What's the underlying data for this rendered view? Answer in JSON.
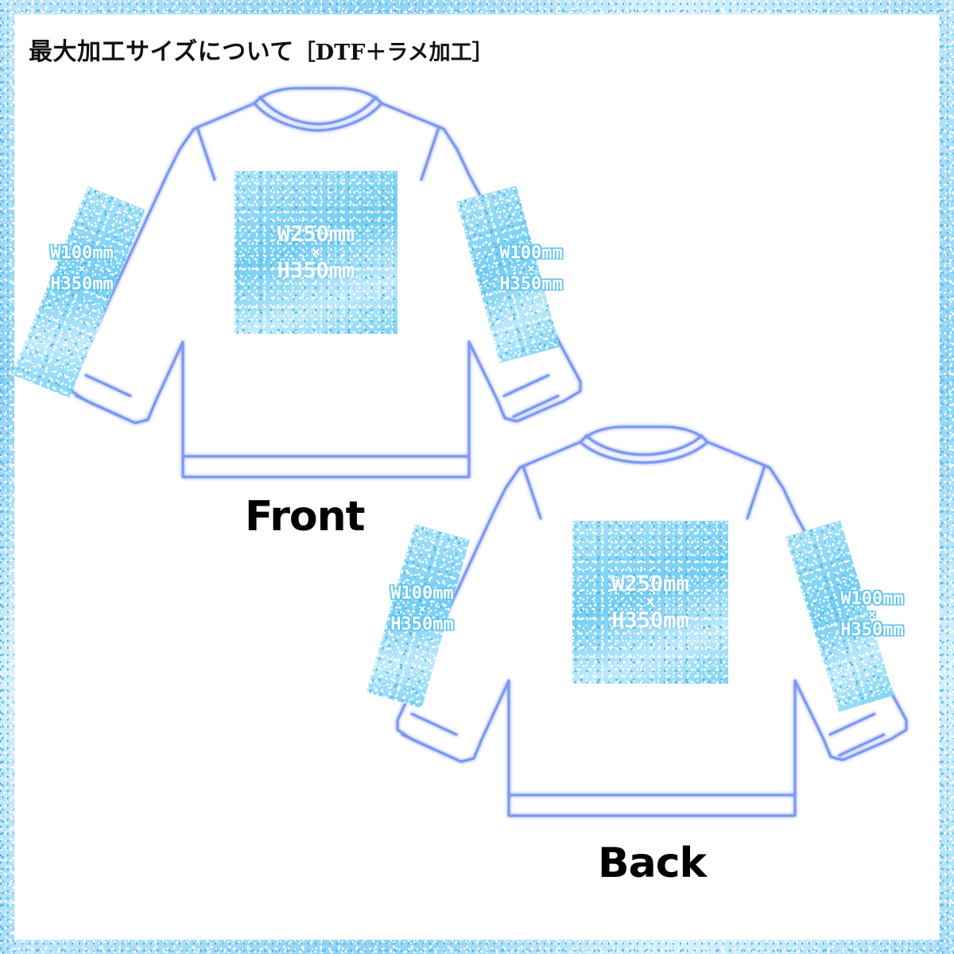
{
  "page": {
    "title_main": "最大加工サイズについて",
    "title_sub": "［DTF＋ラメ加工］",
    "accent_color": "#7fd2f5",
    "outline_color": "#6f8ff0",
    "border_color": "#9fd8f6"
  },
  "views": [
    {
      "id": "front",
      "caption": "Front",
      "areas": {
        "chest": {
          "width": "W250mm",
          "sep": "×",
          "height": "H350mm"
        },
        "left_sleeve": {
          "width": "W100mm",
          "sep": "×",
          "height": "H350mm"
        },
        "right_sleeve": {
          "width": "W100mm",
          "sep": "×",
          "height": "H350mm"
        }
      }
    },
    {
      "id": "back",
      "caption": "Back",
      "areas": {
        "chest": {
          "width": "W250mm",
          "sep": "×",
          "height": "H350mm"
        },
        "left_sleeve": {
          "width": "W100mm",
          "sep": "×",
          "height": "H350mm"
        },
        "right_sleeve": {
          "width": "W100mm",
          "sep": "×",
          "height": "H350mm"
        }
      }
    }
  ]
}
